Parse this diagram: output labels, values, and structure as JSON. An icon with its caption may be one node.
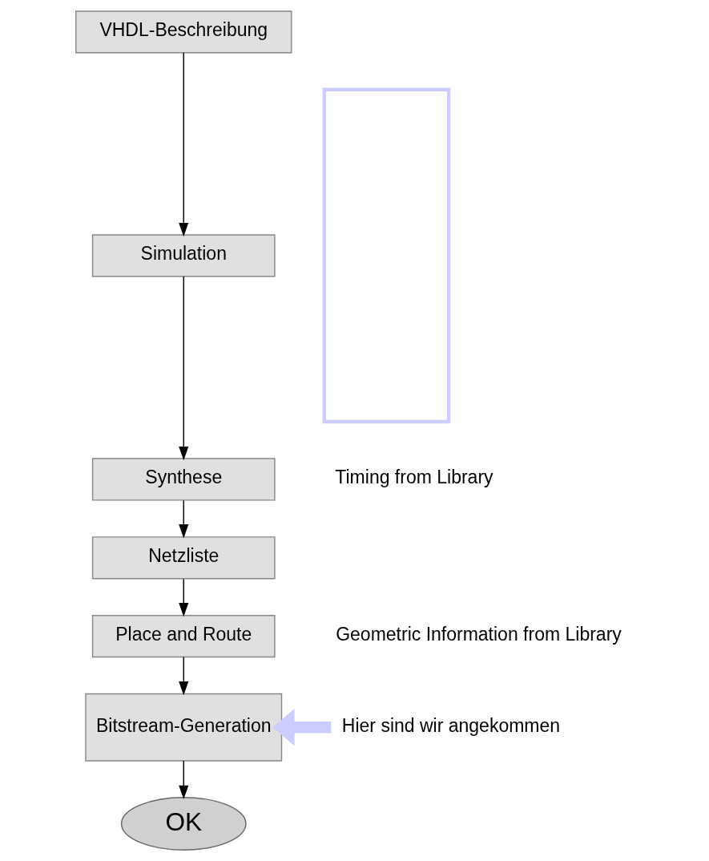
{
  "diagram": {
    "nodes": [
      {
        "text": [
          "VHDL-Beschreibung"
        ]
      },
      {
        "text": [
          "Simulation"
        ]
      },
      {
        "text": [
          "Synthese"
        ],
        "beside": [
          "Timing from Library"
        ]
      },
      {
        "text": [
          "Netzliste"
        ]
      },
      {
        "text": [
          "Place and Route"
        ],
        "beside": [
          "Geometric Information from Library"
        ]
      },
      {
        "text": [
          "Bitstream-Generation"
        ]
      },
      {
        "text": [
          "OK"
        ]
      },
      {
        "text": [
          "Hier sind wir angekommen"
        ]
      },
      {
        "text": [],
        "shape": "box"
      }
    ],
    "edges": [
      {
        "from": 0,
        "to": 1,
        "arrow": "to"
      },
      {
        "from": 1,
        "to": 2,
        "arrow": "to"
      },
      {
        "from": 2,
        "to": 3,
        "arrow": "to"
      },
      {
        "from": 3,
        "to": 4,
        "arrow": "to"
      },
      {
        "from": 4,
        "to": 5,
        "arrow": "to"
      },
      {
        "from": 5,
        "to": 6,
        "arrow": "to"
      },
      {
        "from": 7,
        "to": 5,
        "arrow": "to",
        "style": "thick",
        "color": "#ccccff"
      }
    ]
  }
}
